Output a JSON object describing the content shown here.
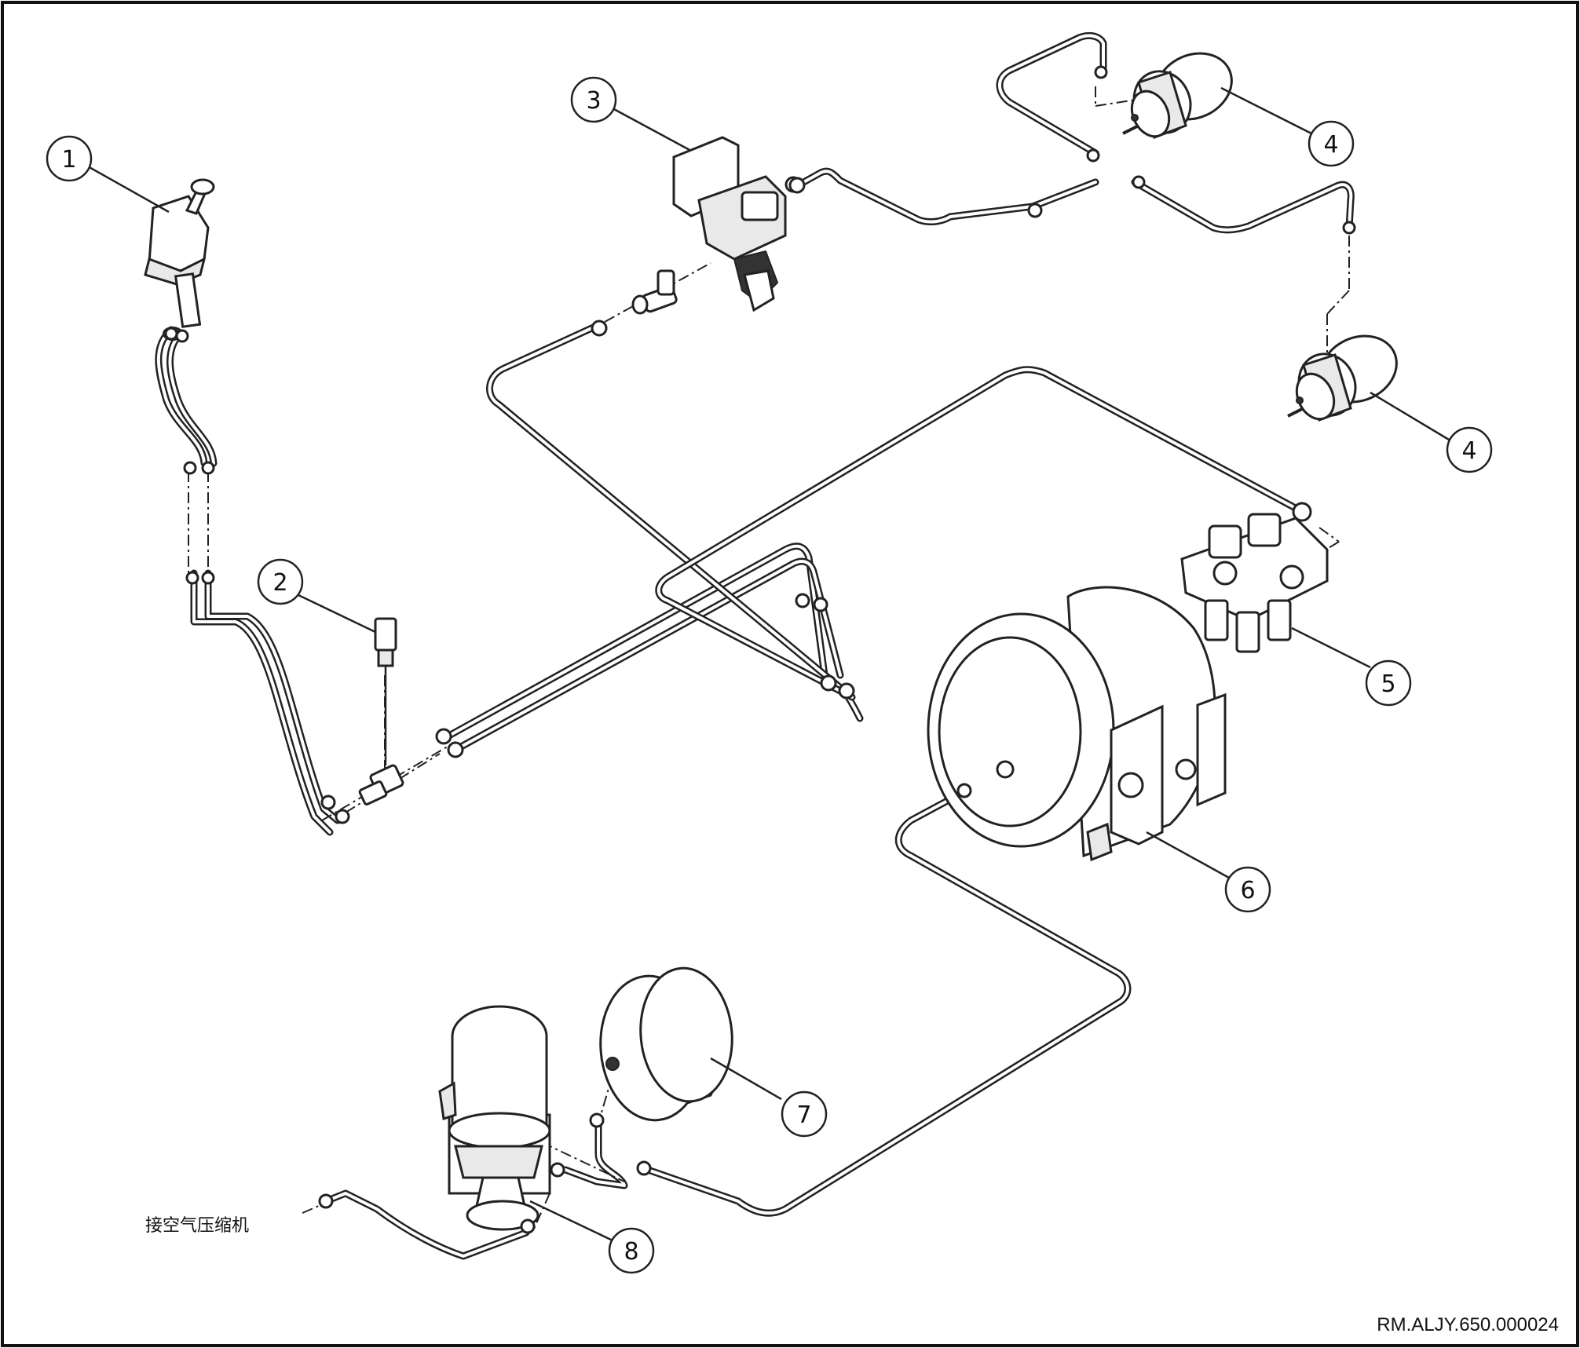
{
  "callouts": [
    "1",
    "2",
    "3",
    "4",
    "4",
    "5",
    "6",
    "7",
    "8"
  ],
  "compressor_label": "接空气压缩机",
  "drawing_ref": "RM.ALJY.650.000024"
}
